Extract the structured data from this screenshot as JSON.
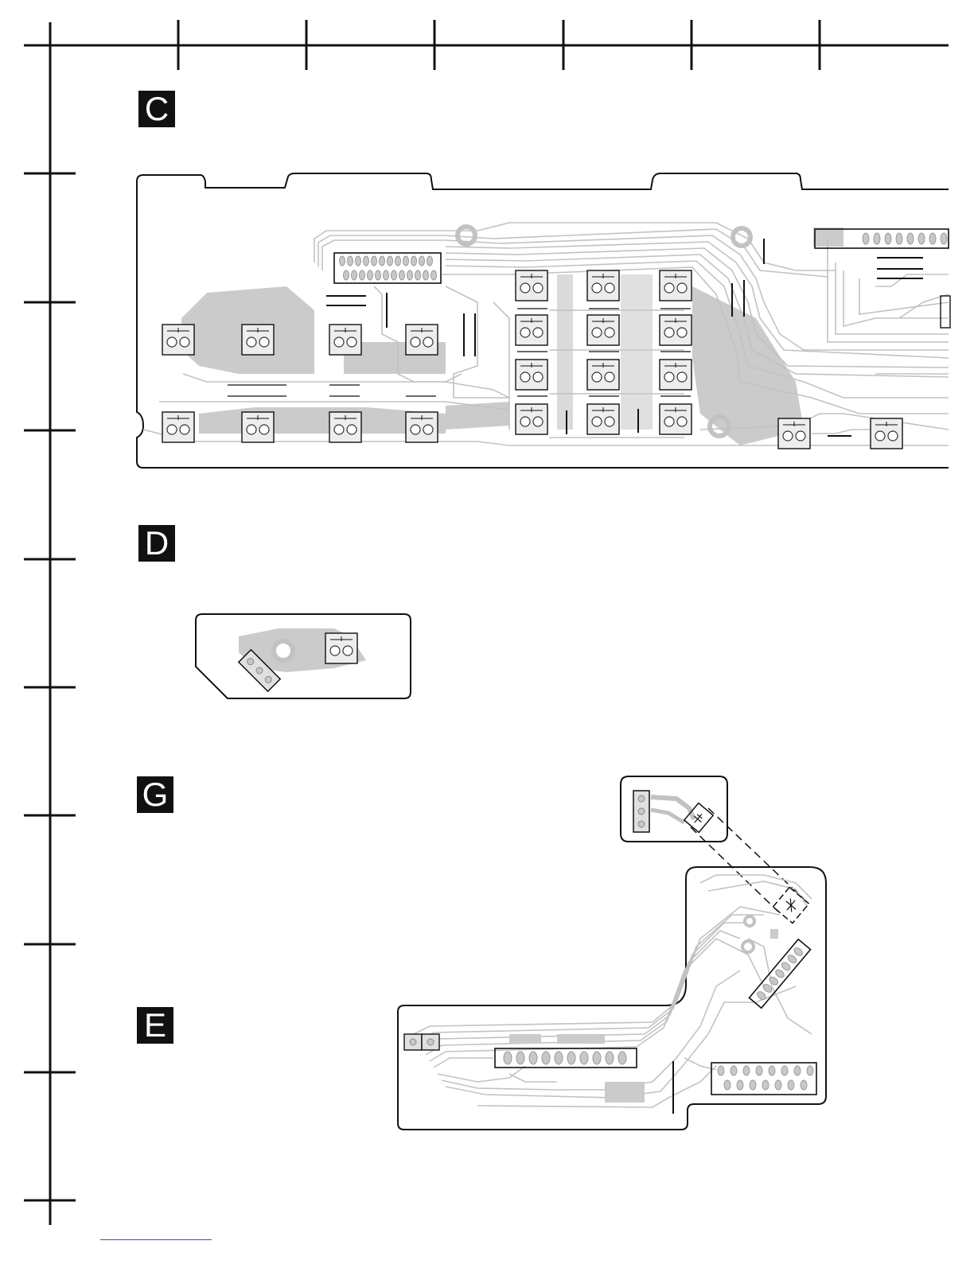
{
  "sections": {
    "c": {
      "label": "C"
    },
    "d": {
      "label": "D"
    },
    "g": {
      "label": "G"
    },
    "e": {
      "label": "E"
    }
  },
  "colors": {
    "frame": "#111111",
    "copper": "#c9c9c9",
    "trace": "#bdbdbd",
    "badge_bg": "#111111",
    "badge_fg": "#ffffff",
    "link": "#3050c0"
  },
  "icons": {
    "switch": "tact-switch-icon",
    "connector": "connector-icon",
    "mount_hole": "mounting-hole-icon",
    "led": "led-icon",
    "sensor": "sensor-icon"
  }
}
